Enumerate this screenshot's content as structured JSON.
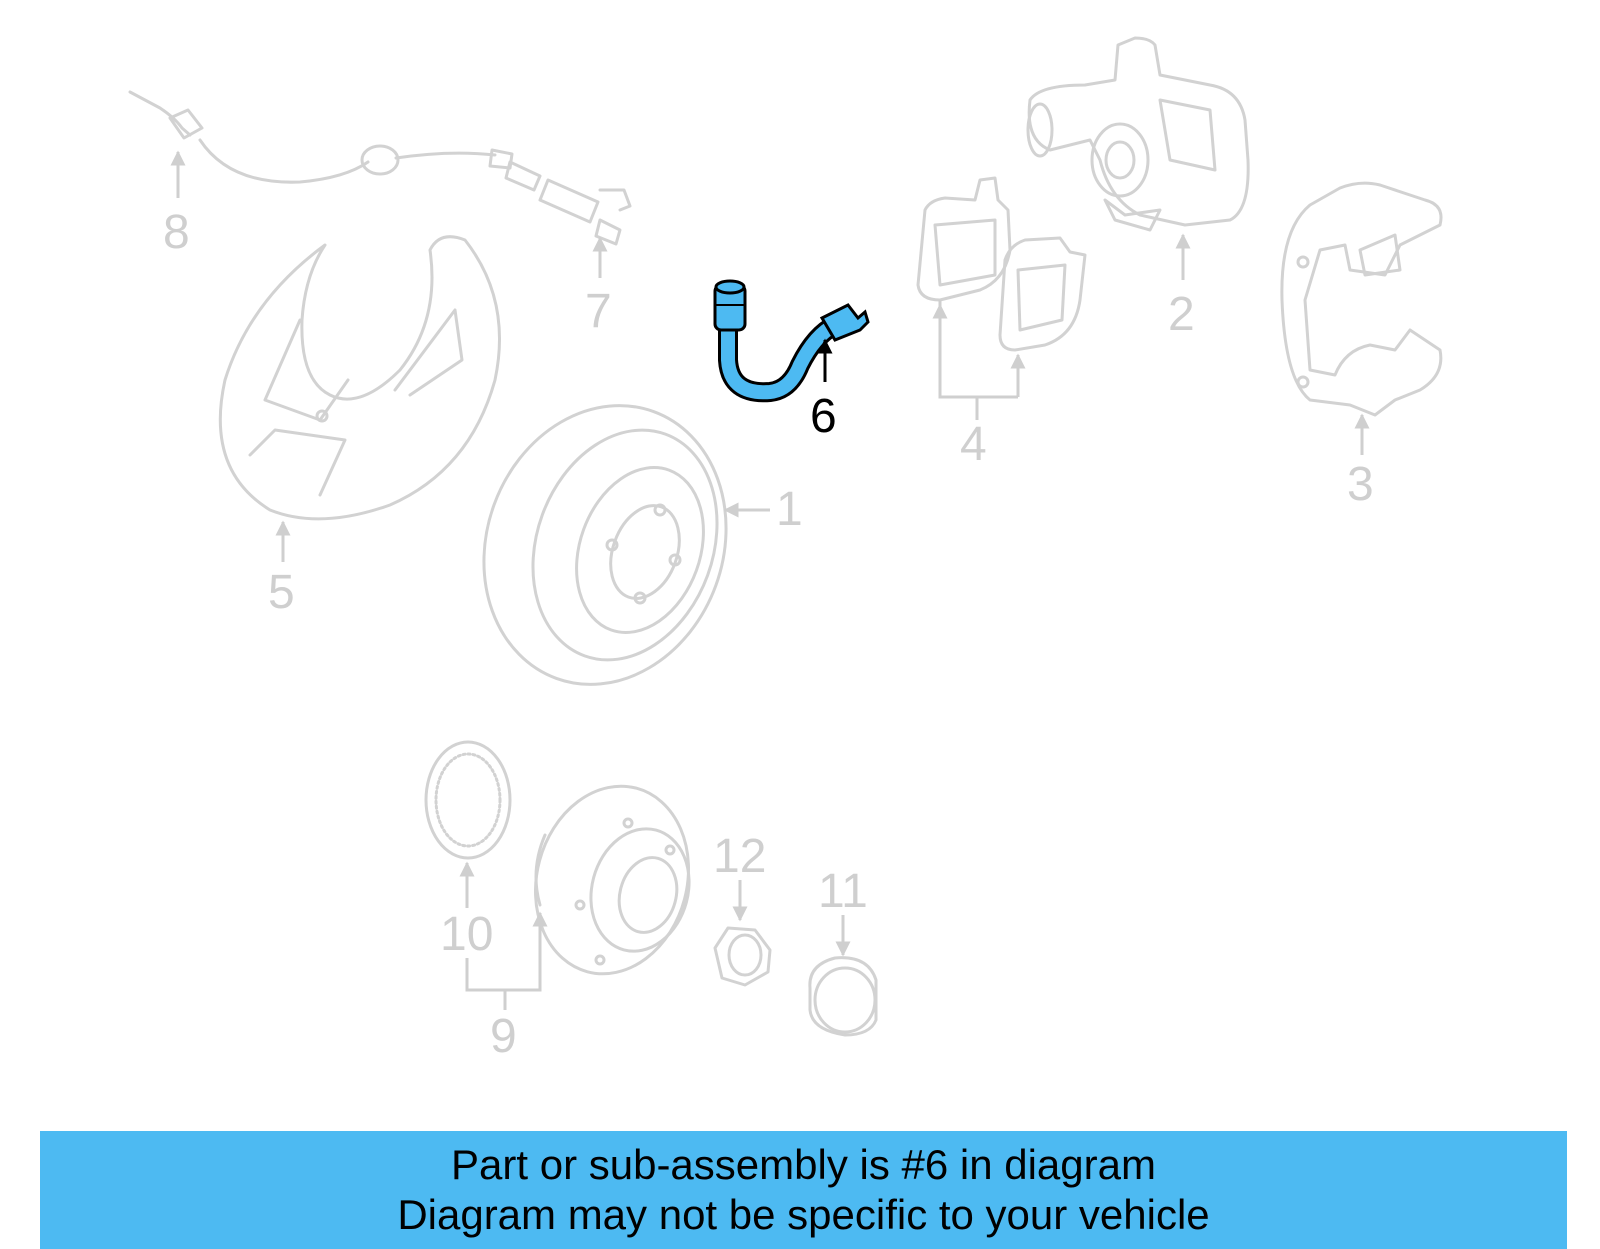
{
  "highlight_color": "#4dbaf2",
  "highlighted_part": "6",
  "callouts": [
    "1",
    "2",
    "3",
    "4",
    "5",
    "6",
    "7",
    "8",
    "9",
    "10",
    "11",
    "12"
  ],
  "footer": {
    "line1": "Part or sub-assembly is #6 in diagram",
    "line2": "Diagram may not be specific to your vehicle"
  }
}
